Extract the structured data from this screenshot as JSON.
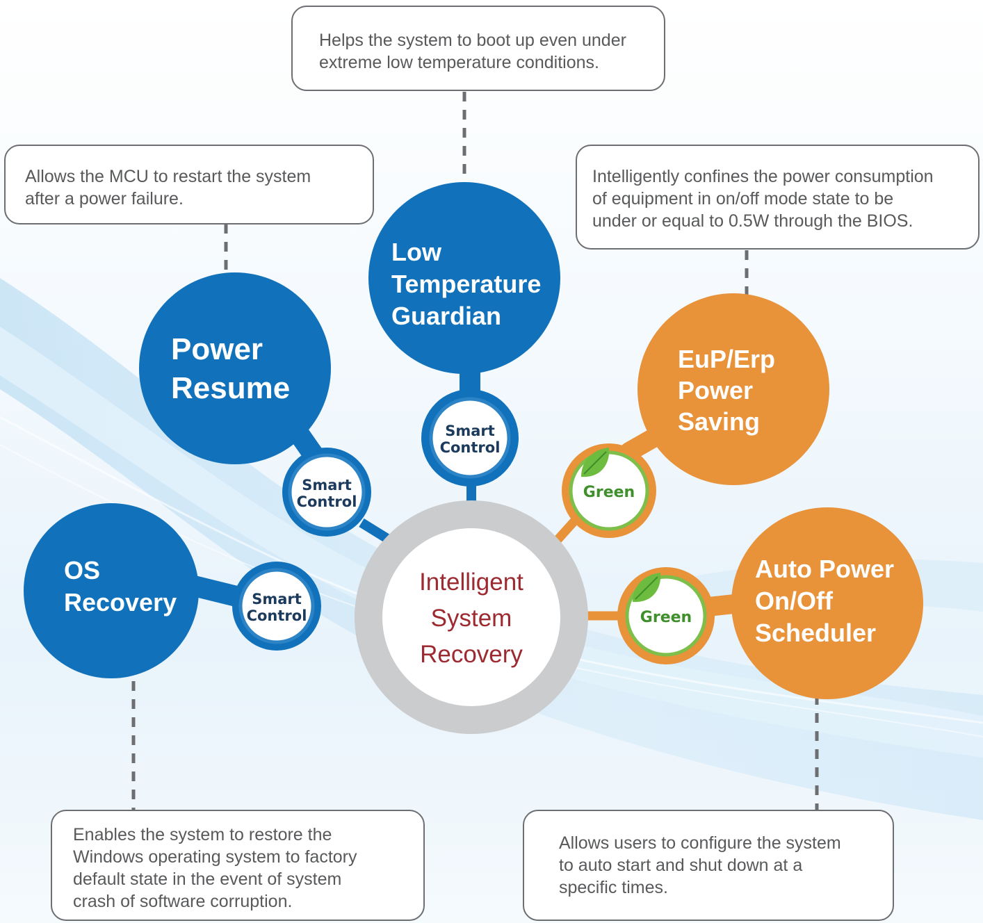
{
  "center": {
    "lines": [
      "Intelligent",
      "System",
      "Recovery"
    ]
  },
  "nodes": {
    "power_resume": {
      "lines": [
        "Power",
        "Resume"
      ],
      "badge": "smart-control"
    },
    "low_temperature_guardian": {
      "lines": [
        "Low",
        "Temperature",
        "Guardian"
      ],
      "badge": "smart-control"
    },
    "os_recovery": {
      "lines": [
        "OS",
        "Recovery"
      ],
      "badge": "smart-control"
    },
    "eup_erp_power_saving": {
      "lines": [
        "EuP/Erp",
        "Power",
        "Saving"
      ],
      "badge": "green"
    },
    "auto_power_scheduler": {
      "lines": [
        "Auto Power",
        "On/Off",
        "Scheduler"
      ],
      "badge": "green"
    }
  },
  "badges": {
    "smart_control": {
      "line1": "Smart",
      "line2": "Control"
    },
    "green": {
      "label": "Green"
    }
  },
  "callouts": {
    "low_temperature_guardian": [
      "Helps the system to boot up even under",
      "extreme low temperature conditions."
    ],
    "power_resume": [
      "Allows the MCU to restart the system",
      "after a power failure."
    ],
    "eup_erp_power_saving": [
      "Intelligently confines the power consumption",
      "of equipment in on/off mode state to be",
      "under or equal to 0.5W through the BIOS."
    ],
    "os_recovery": [
      "Enables the system to restore the",
      "Windows operating system to factory",
      "default state in the event of system",
      "crash of software corruption."
    ],
    "auto_power_scheduler": [
      "Allows users to configure the system",
      "to auto start and shut down at a",
      "specific times."
    ]
  },
  "colors": {
    "blue": "#1172bb",
    "blue_dark": "#0e5f9e",
    "orange": "#e8923a",
    "gray_ring": "#cbcccd",
    "center_text": "#9c2a30",
    "border": "#6d6e71",
    "connector_dash": "#6d6e71",
    "leaf": "#6dbb3f"
  }
}
